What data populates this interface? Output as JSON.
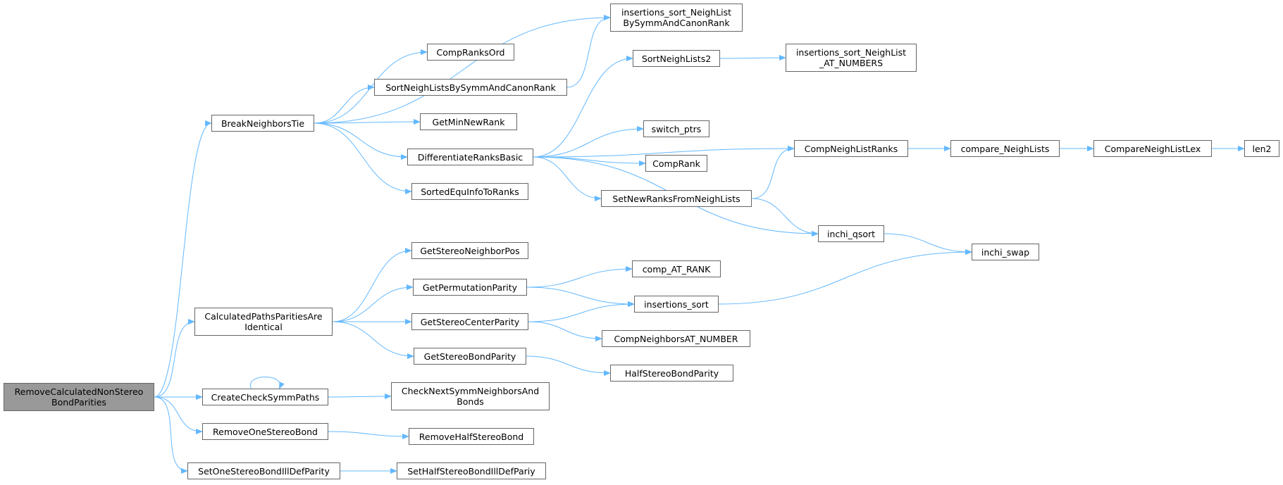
{
  "colors": {
    "edge": "#63b8ff",
    "border": "#666666",
    "root_fill": "#999999",
    "node_fill": "#ffffff"
  },
  "nodes": {
    "root": "RemoveCalculatedNonStereo\nBondParities",
    "break_neighbors_tie": "BreakNeighborsTie",
    "calculated_paths": "CalculatedPathsParitiesAre\nIdentical",
    "create_check_symm_paths": "CreateCheckSymmPaths",
    "remove_one_stereo_bond": "RemoveOneStereoBond",
    "set_one_stereo_bond_ill_def": "SetOneStereoBondIllDefParity",
    "ins_sort_symm": "insertions_sort_NeighList\nBySymmAndCanonRank",
    "comp_ranks_ord": "CompRanksOrd",
    "sort_neigh_lists_symm": "SortNeighListsBySymmAndCanonRank",
    "get_min_new_rank": "GetMinNewRank",
    "differentiate_ranks_basic": "DifferentiateRanksBasic",
    "sorted_equ_info": "SortedEquInfoToRanks",
    "get_stereo_neighbor_pos": "GetStereoNeighborPos",
    "get_permutation_parity": "GetPermutationParity",
    "get_stereo_center_parity": "GetStereoCenterParity",
    "get_stereo_bond_parity": "GetStereoBondParity",
    "check_next_symm": "CheckNextSymmNeighborsAnd\nBonds",
    "remove_half_stereo_bond": "RemoveHalfStereoBond",
    "set_half_stereo_bond": "SetHalfStereoBondIllDefPariy",
    "sort_neigh_lists2": "SortNeighLists2",
    "switch_ptrs": "switch_ptrs",
    "comp_rank": "CompRank",
    "set_new_ranks": "SetNewRanksFromNeighLists",
    "comp_at_rank": "comp_AT_RANK",
    "insertions_sort": "insertions_sort",
    "comp_neighbors_at_number": "CompNeighborsAT_NUMBER",
    "half_stereo_bond_parity": "HalfStereoBondParity",
    "ins_sort_at_numbers": "insertions_sort_NeighList\n_AT_NUMBERS",
    "comp_neigh_list_ranks": "CompNeighListRanks",
    "inchi_qsort": "inchi_qsort",
    "compare_neigh_lists": "compare_NeighLists",
    "inchi_swap": "inchi_swap",
    "compare_neigh_list_lex": "CompareNeighListLex",
    "len2": "len2"
  },
  "edges": [
    [
      "root",
      "break_neighbors_tie"
    ],
    [
      "root",
      "calculated_paths"
    ],
    [
      "root",
      "create_check_symm_paths"
    ],
    [
      "root",
      "remove_one_stereo_bond"
    ],
    [
      "root",
      "set_one_stereo_bond_ill_def"
    ],
    [
      "break_neighbors_tie",
      "ins_sort_symm"
    ],
    [
      "break_neighbors_tie",
      "comp_ranks_ord"
    ],
    [
      "break_neighbors_tie",
      "sort_neigh_lists_symm"
    ],
    [
      "break_neighbors_tie",
      "get_min_new_rank"
    ],
    [
      "break_neighbors_tie",
      "differentiate_ranks_basic"
    ],
    [
      "break_neighbors_tie",
      "sorted_equ_info"
    ],
    [
      "sort_neigh_lists_symm",
      "ins_sort_symm"
    ],
    [
      "differentiate_ranks_basic",
      "sort_neigh_lists2"
    ],
    [
      "differentiate_ranks_basic",
      "comp_neigh_list_ranks"
    ],
    [
      "differentiate_ranks_basic",
      "switch_ptrs"
    ],
    [
      "differentiate_ranks_basic",
      "comp_rank"
    ],
    [
      "differentiate_ranks_basic",
      "set_new_ranks"
    ],
    [
      "differentiate_ranks_basic",
      "inchi_qsort"
    ],
    [
      "sort_neigh_lists2",
      "ins_sort_at_numbers"
    ],
    [
      "set_new_ranks",
      "comp_neigh_list_ranks"
    ],
    [
      "set_new_ranks",
      "inchi_qsort"
    ],
    [
      "comp_neigh_list_ranks",
      "compare_neigh_lists"
    ],
    [
      "compare_neigh_lists",
      "compare_neigh_list_lex"
    ],
    [
      "compare_neigh_list_lex",
      "len2"
    ],
    [
      "inchi_qsort",
      "inchi_swap"
    ],
    [
      "calculated_paths",
      "get_stereo_neighbor_pos"
    ],
    [
      "calculated_paths",
      "get_permutation_parity"
    ],
    [
      "calculated_paths",
      "get_stereo_center_parity"
    ],
    [
      "calculated_paths",
      "get_stereo_bond_parity"
    ],
    [
      "get_permutation_parity",
      "comp_at_rank"
    ],
    [
      "get_permutation_parity",
      "insertions_sort"
    ],
    [
      "get_stereo_center_parity",
      "insertions_sort"
    ],
    [
      "get_stereo_center_parity",
      "comp_neighbors_at_number"
    ],
    [
      "get_stereo_bond_parity",
      "half_stereo_bond_parity"
    ],
    [
      "insertions_sort",
      "inchi_swap"
    ],
    [
      "create_check_symm_paths",
      "create_check_symm_paths"
    ],
    [
      "create_check_symm_paths",
      "check_next_symm"
    ],
    [
      "remove_one_stereo_bond",
      "remove_half_stereo_bond"
    ],
    [
      "set_one_stereo_bond_ill_def",
      "set_half_stereo_bond"
    ]
  ]
}
